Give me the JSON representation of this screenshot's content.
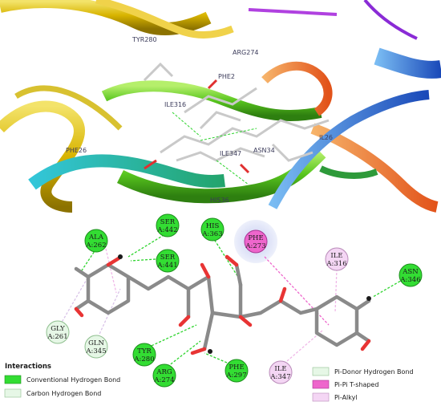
{
  "top_panel": {
    "residue_labels": [
      "TYR280",
      "ARG274",
      "PHE2",
      "ILE316",
      "PHE26",
      "ASN34",
      "ILE347",
      "HIS36",
      "IL26"
    ]
  },
  "residues": [
    {
      "id": "ala262",
      "name": "ALA",
      "number": "A:262",
      "color": "#33dd33"
    },
    {
      "id": "ser442",
      "name": "SER",
      "number": "A:442",
      "color": "#33dd33"
    },
    {
      "id": "ser441",
      "name": "SER",
      "number": "A:441",
      "color": "#33dd33"
    },
    {
      "id": "his363",
      "name": "HIS",
      "number": "A:363",
      "color": "#33dd33"
    },
    {
      "id": "phe273",
      "name": "PHE",
      "number": "A:273",
      "color": "#ee66cc"
    },
    {
      "id": "ile316",
      "name": "ILE",
      "number": "A:316",
      "color": "#f4d6f4"
    },
    {
      "id": "asn346",
      "name": "ASN",
      "number": "A:346",
      "color": "#33dd33"
    },
    {
      "id": "gly261",
      "name": "GLY",
      "number": "A:261",
      "color": "#e6f7e6"
    },
    {
      "id": "gln345",
      "name": "GLN",
      "number": "A:345",
      "color": "#e6f7e6"
    },
    {
      "id": "tyr280",
      "name": "TYR",
      "number": "A:280",
      "color": "#33dd33"
    },
    {
      "id": "arg274",
      "name": "ARG",
      "number": "A:274",
      "color": "#33dd33"
    },
    {
      "id": "phe297",
      "name": "PHE",
      "number": "A:297",
      "color": "#33dd33"
    },
    {
      "id": "ile347",
      "name": "ILE",
      "number": "A:347",
      "color": "#f4d6f4"
    }
  ],
  "legend": {
    "title": "Interactions",
    "items": [
      {
        "label": "Conventional Hydrogen Bond",
        "color": "#33dd33"
      },
      {
        "label": "Carbon Hydrogen Bond",
        "color": "#e6f7e6"
      },
      {
        "label": "Pi-Donor Hydrogen Bond",
        "color": "#e6f7e6"
      },
      {
        "label": "Pi-Pi T-shaped",
        "color": "#ee66cc"
      },
      {
        "label": "Pi-Alkyl",
        "color": "#f4d6f4"
      }
    ]
  }
}
